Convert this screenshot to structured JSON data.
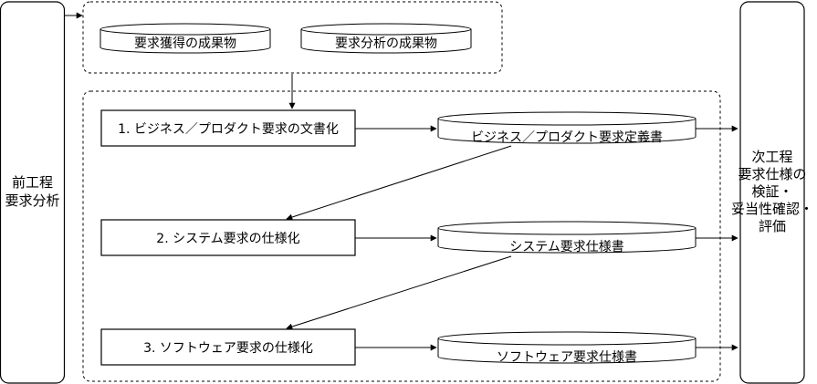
{
  "left_panel": {
    "lines": [
      "前工程",
      "要求分析"
    ]
  },
  "right_panel": {
    "lines": [
      "次工程",
      "要求仕様の",
      "検証・",
      "妥当性確認・",
      "評価"
    ]
  },
  "inputs": [
    {
      "label": "要求獲得の成果物"
    },
    {
      "label": "要求分析の成果物"
    }
  ],
  "processes": [
    {
      "label": "1. ビジネス／プロダクト要求の文書化"
    },
    {
      "label": "2. システム要求の仕様化"
    },
    {
      "label": "3. ソフトウェア要求の仕様化"
    }
  ],
  "outputs": [
    {
      "label": "ビジネス／プロダクト要求定義書"
    },
    {
      "label": "システム要求仕様書"
    },
    {
      "label": "ソフトウェア要求仕様書"
    }
  ]
}
